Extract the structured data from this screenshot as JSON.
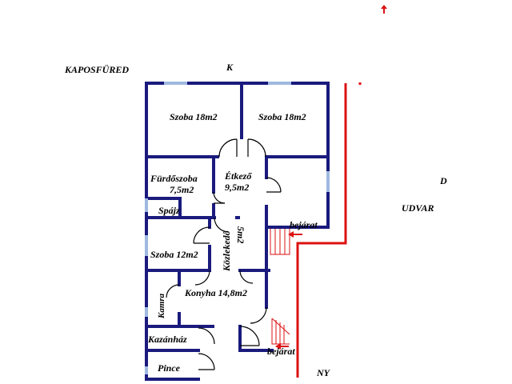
{
  "labels": {
    "place": "KAPOSFÜRED",
    "north": "K",
    "east": "D",
    "west": "NY",
    "yard": "UDVAR"
  },
  "rooms": {
    "szoba1": "Szoba 18m2",
    "szoba2": "Szoba 18m2",
    "furdo1": "Fürdőszoba",
    "furdo2": "7,5m2",
    "etkezo1": "Étkező",
    "etkezo2": "9,5m2",
    "spajz": "Spájz",
    "kozlekedo1": "Közlekedő",
    "kozlekedo2": "5m2",
    "szoba3": "Szoba 12m2",
    "konyha": "Konyha 14,8m2",
    "kamra": "Kamra",
    "kazanhaz": "Kazánház",
    "pince": "Pince"
  },
  "entrances": {
    "bejarat1": "bejárat",
    "bejarat2": "bejárat"
  },
  "colors": {
    "wall": "#1a1a7e",
    "window": "#9fb9e0",
    "boundary": "#dd1111",
    "door": "#000000"
  }
}
